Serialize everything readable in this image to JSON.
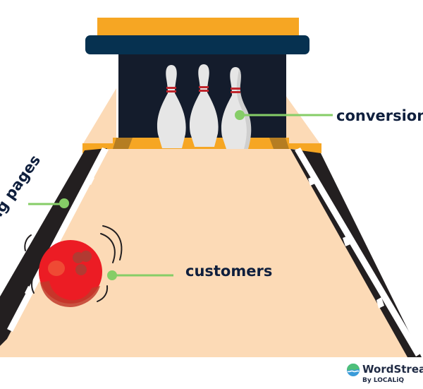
{
  "diagram": {
    "title": "Bowling lane marketing metaphor",
    "labels": {
      "pins": "conversions",
      "gutter": "landing pages",
      "ball": "customers"
    },
    "colors": {
      "lane": "#fcdab6",
      "gutter": "#231f20",
      "gutter_stripe": "#ffffff",
      "pinsetter_top": "#f6a623",
      "pinsetter_bar": "#063150",
      "pinsetter_back": "#141c2c",
      "ball": "#ec1c24",
      "ball_shade": "#c1392b",
      "pointer": "#86cd67",
      "label_text": "#0f1f3d"
    }
  },
  "branding": {
    "logo_name": "WordStream",
    "logo_sub": "By LOCALiQ",
    "logo_icon": "wave-logo-icon"
  }
}
